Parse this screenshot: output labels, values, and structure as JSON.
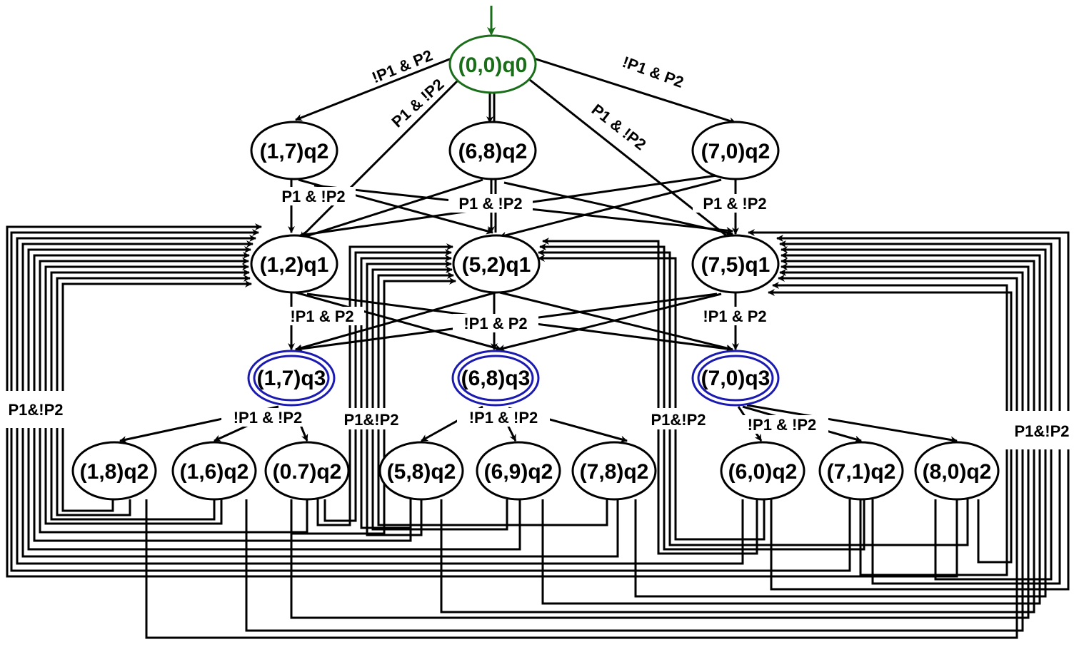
{
  "colors": {
    "start": "#1a6e1a",
    "accepting": "#1a1ab0",
    "normal": "#000000"
  },
  "nodes": {
    "n00q0": "(0,0)q0",
    "n17q2": "(1,7)q2",
    "n68q2": "(6,8)q2",
    "n70q2": "(7,0)q2",
    "n12q1": "(1,2)q1",
    "n52q1": "(5,2)q1",
    "n75q1": "(7,5)q1",
    "n17q3": "(1,7)q3",
    "n68q3": "(6,8)q3",
    "n70q3": "(7,0)q3",
    "n18q2": "(1,8)q2",
    "n16q2": "(1,6)q2",
    "n07q2": "(0.7)q2",
    "n58q2": "(5,8)q2",
    "n69q2": "(6,9)q2",
    "n78q2": "(7,8)q2",
    "n60q2": "(6,0)q2",
    "n71q2": "(7,1)q2",
    "n80q2": "(8,0)q2"
  },
  "edge_labels": {
    "top_left": "!P1 & P2",
    "top_left_diag": "P1 & !P2",
    "top_right": "!P1 & P2",
    "top_right_diag": "P1 & !P2",
    "row2_left": "P1 & !P2",
    "row2_mid": "P1 & !P2",
    "row2_right": "P1 & !P2",
    "row3_left": "!P1 & P2",
    "row3_mid": "!P1 & P2",
    "row3_right": "!P1 & P2",
    "row4_left": "!P1 & !P2",
    "row4_mid": "!P1 & !P2",
    "row4_right": "!P1 & !P2",
    "loop_far_left": "P1&!P2",
    "loop_left_mid": "P1&!P2",
    "loop_right_mid": "P1&!P2",
    "loop_far_right": "P1&!P2"
  }
}
